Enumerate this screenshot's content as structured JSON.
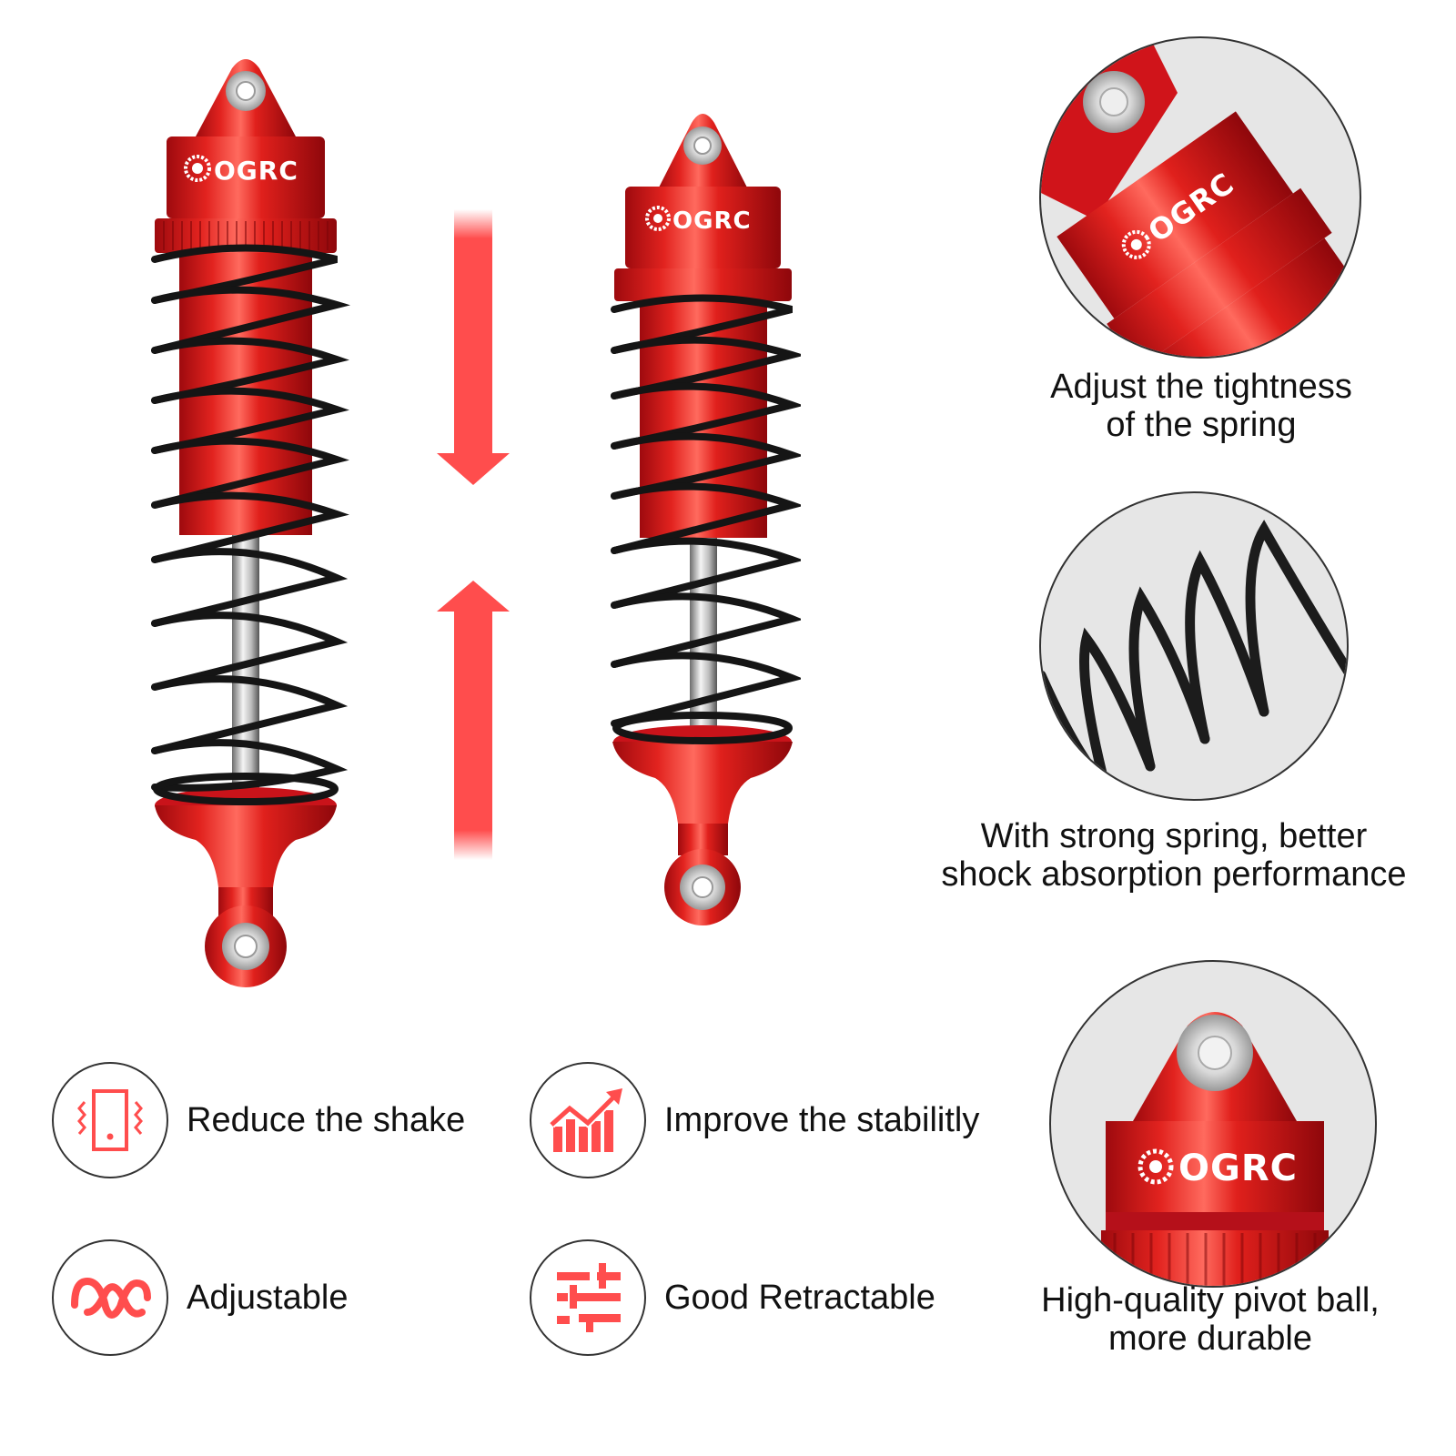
{
  "brand": {
    "logo_text": "OGRC",
    "accent_color": "#ff4d4d",
    "body_red": "#d0141a"
  },
  "products": [
    {
      "name": "extended-shock",
      "state": "extended"
    },
    {
      "name": "compressed-shock",
      "state": "compressed"
    }
  ],
  "arrows": {
    "top": "arrow-down",
    "bottom": "arrow-up",
    "color": "#ff4d4d"
  },
  "details": [
    {
      "id": "spring-adjuster",
      "caption_line1": "Adjust the tightness",
      "caption_line2": "of the spring"
    },
    {
      "id": "spring-closeup",
      "caption_line1": "With strong spring, better",
      "caption_line2": "shock absorption performance"
    },
    {
      "id": "pivot-ball",
      "caption_line1": "High-quality pivot ball,",
      "caption_line2": "more durable"
    }
  ],
  "features": [
    {
      "icon": "vibrating-phone-icon",
      "label": "Reduce the shake"
    },
    {
      "icon": "rising-chart-icon",
      "label": "Improve the stabilitly"
    },
    {
      "icon": "wave-icon",
      "label": "Adjustable"
    },
    {
      "icon": "sliders-icon",
      "label": "Good Retractable"
    }
  ]
}
